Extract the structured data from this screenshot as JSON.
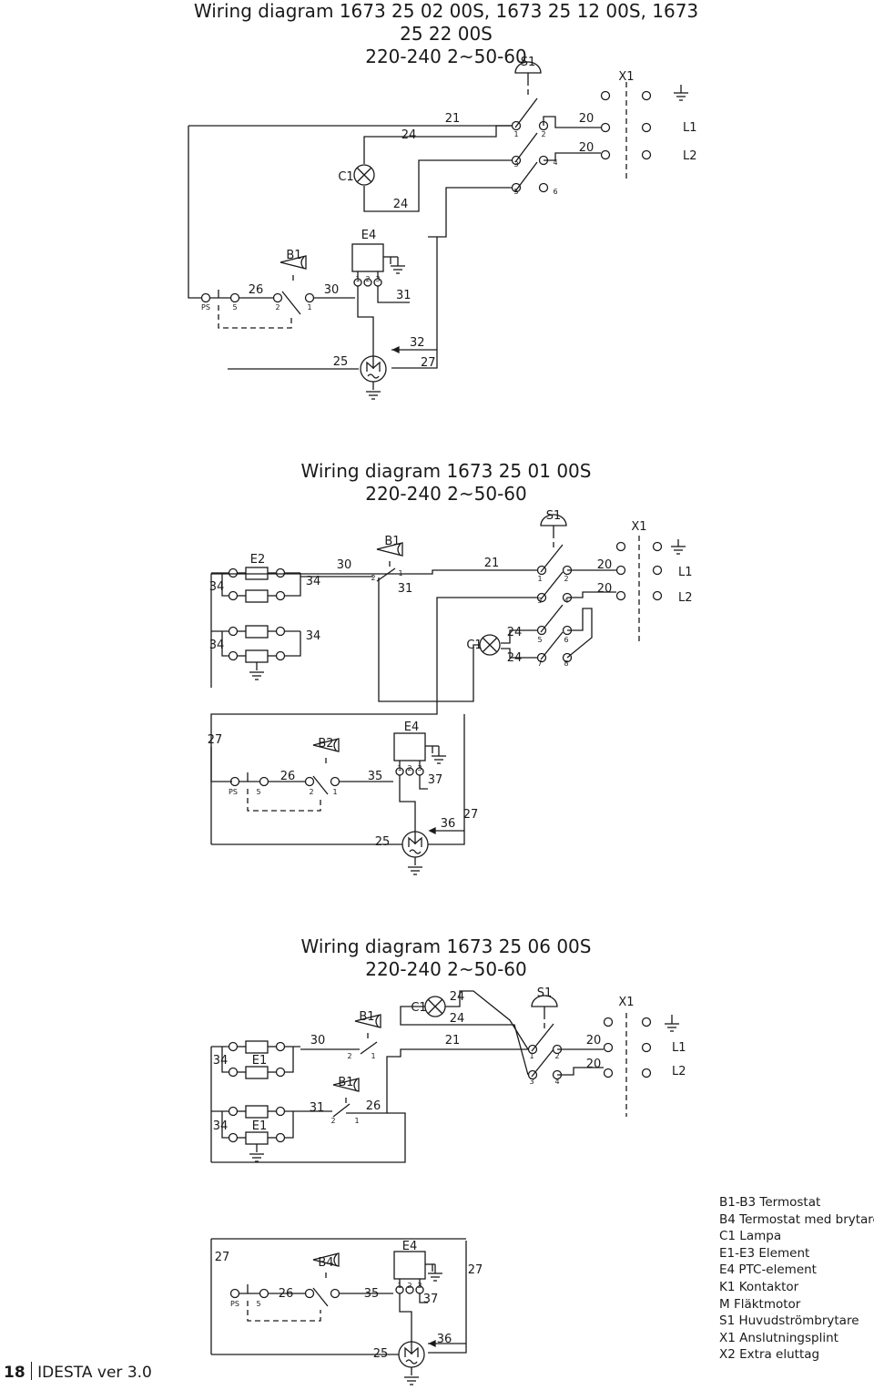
{
  "diagrams": [
    {
      "title": "Wiring diagram 1673 25 02 00S, 1673 25 12 00S, 1673 25 22 00S",
      "rating": "220-240 2~50-60"
    },
    {
      "title": "Wiring diagram 1673 25 01 00S",
      "rating": "220-240 2~50-60"
    },
    {
      "title": "Wiring diagram 1673 25 06 00S",
      "rating": "220-240 2~50-60"
    }
  ],
  "legend": [
    {
      "code": "B1-B3",
      "text": "Termostat"
    },
    {
      "code": "B4",
      "text": "Termostat med brytare"
    },
    {
      "code": "C1",
      "text": "Lampa"
    },
    {
      "code": "E1-E3",
      "text": "Element"
    },
    {
      "code": "E4",
      "text": "PTC-element"
    },
    {
      "code": "K1",
      "text": "Kontaktor"
    },
    {
      "code": "M",
      "text": "Fläktmotor"
    },
    {
      "code": "S1",
      "text": "Huvudströmbrytare"
    },
    {
      "code": "X1",
      "text": "Anslutningsplint"
    },
    {
      "code": "X2",
      "text": "Extra eluttag"
    }
  ],
  "footer": {
    "page": "18",
    "doc": "IDESTA ver 3.0"
  },
  "labels": {
    "d1": [
      "S1",
      "X1",
      "L1",
      "L2",
      "21",
      "24",
      "20",
      "20",
      "C1",
      "24",
      "E4",
      "B1",
      "26",
      "30",
      "31",
      "PS",
      "5",
      "32",
      "25",
      "27",
      "1",
      "2",
      "3",
      "4",
      "5",
      "6",
      "2",
      "1",
      "1",
      "2",
      "3"
    ],
    "d2": [
      "S1",
      "X1",
      "E2",
      "30",
      "B1",
      "21",
      "20",
      "20",
      "L1",
      "L2",
      "34",
      "34",
      "31",
      "34",
      "34",
      "24",
      "24",
      "C1",
      "27",
      "E4",
      "B2",
      "26",
      "35",
      "37",
      "PS",
      "5",
      "36",
      "27",
      "25",
      "1",
      "2",
      "3",
      "4",
      "5",
      "6",
      "7",
      "8",
      "2",
      "1",
      "2",
      "1",
      "1",
      "2",
      "3"
    ],
    "d3": [
      "24",
      "S1",
      "X1",
      "C1",
      "24",
      "B1",
      "30",
      "21",
      "20",
      "20",
      "L1",
      "L2",
      "34",
      "E1",
      "B1",
      "31",
      "26",
      "34",
      "E1",
      "27",
      "E4",
      "27",
      "B4",
      "26",
      "35",
      "37",
      "PS",
      "5",
      "36",
      "25",
      "2",
      "1",
      "1",
      "2",
      "3",
      "4",
      "2",
      "1",
      "1",
      "2",
      "3"
    ]
  }
}
